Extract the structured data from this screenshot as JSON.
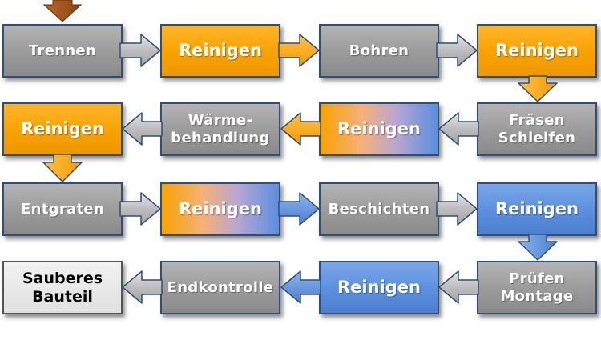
{
  "colors": {
    "gray": "#9a9a9a",
    "orange": "#f8a200",
    "blue": "#5b8fdd",
    "brown": "#9a4e14",
    "border": "#2f4f78"
  },
  "steps": {
    "trennen": "Trennen",
    "reinigen_1": "Reinigen",
    "bohren": "Bohren",
    "reinigen_2": "Reinigen",
    "fraesen_schleifen": "Fräsen\nSchleifen",
    "reinigen_3": "Reinigen",
    "waermebehandlung": "Wärme-\nbehandlung",
    "reinigen_4": "Reinigen",
    "entgraten": "Entgraten",
    "reinigen_5": "Reinigen",
    "beschichten": "Beschichten",
    "reinigen_6": "Reinigen",
    "pruefen_montage": "Prüfen\nMontage",
    "reinigen_7": "Reinigen",
    "endkontrolle": "Endkontrolle",
    "sauberes_bauteil": "Sauberes\nBauteil"
  }
}
